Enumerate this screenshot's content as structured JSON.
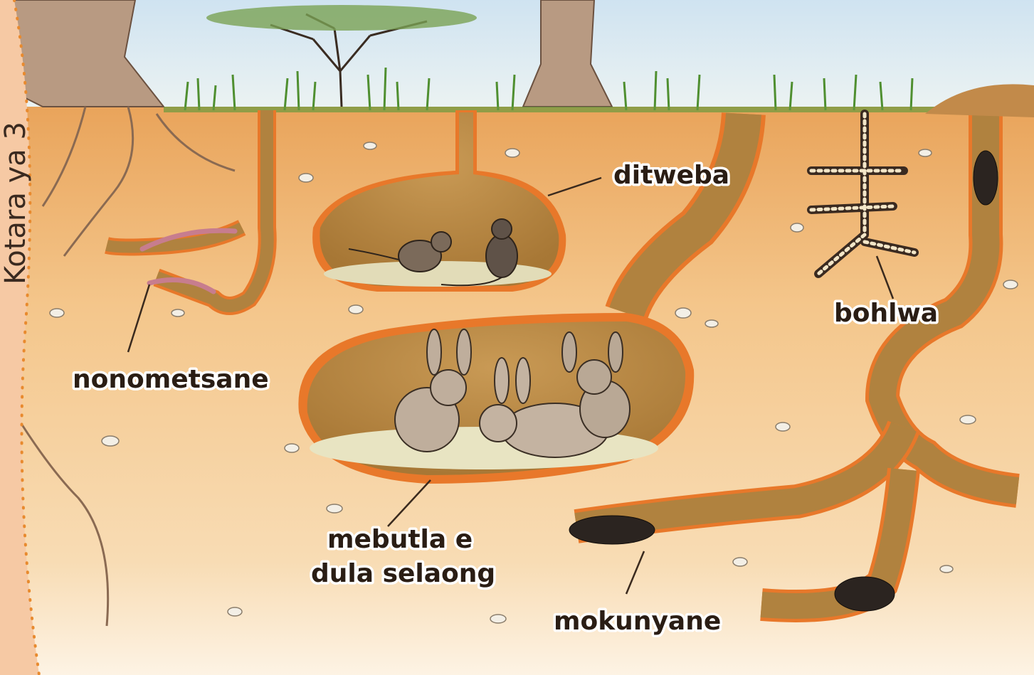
{
  "side_tab": {
    "text": "Kotara ya 3",
    "color": "#f6c9a4"
  },
  "labels": {
    "ditweba": "ditweba",
    "bohlwa": "bohlwa",
    "nonometsane": "nonometsane",
    "mebutla_line1": "mebutla e",
    "mebutla_line2": "dula selaong",
    "mokunyane": "mokunyane"
  },
  "colors": {
    "sky": "#dfeaf2",
    "soil": "#f4c990",
    "burrow": "#b0823f",
    "burrow_rim": "#e8782a",
    "grass": "#5c9b3b"
  }
}
